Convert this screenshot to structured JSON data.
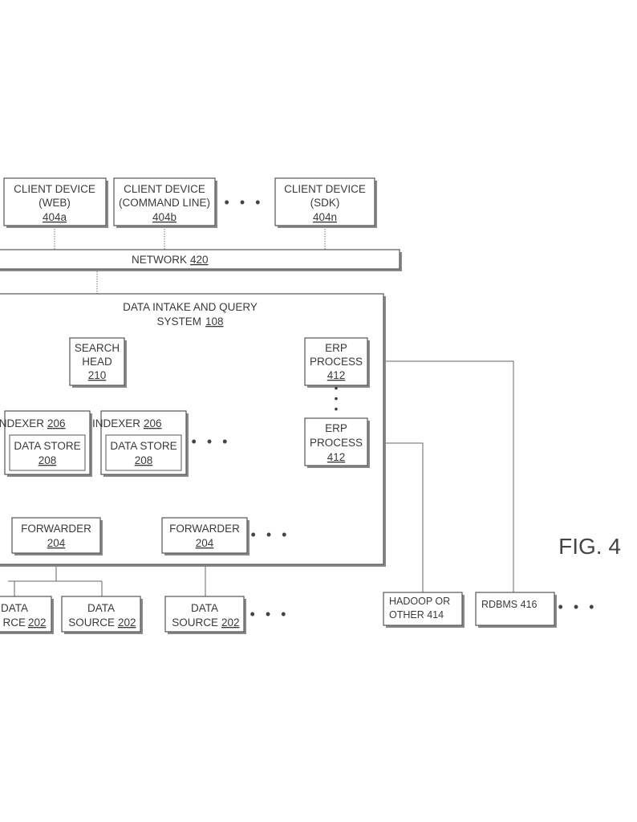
{
  "client_web": {
    "line1": "CLIENT DEVICE",
    "line2": "(WEB)",
    "ref": "404a"
  },
  "client_cmd": {
    "line1": "CLIENT DEVICE",
    "line2": "(COMMAND LINE)",
    "ref": "404b"
  },
  "client_sdk": {
    "line1": "CLIENT DEVICE",
    "line2": "(SDK)",
    "ref": "404n"
  },
  "network": {
    "label": "NETWORK",
    "ref": "420"
  },
  "system": {
    "line1": "DATA INTAKE AND QUERY",
    "line2": "SYSTEM",
    "ref": "108"
  },
  "search_head": {
    "line1": "SEARCH",
    "line2": "HEAD",
    "ref": "210"
  },
  "erp1": {
    "line1": "ERP",
    "line2": "PROCESS",
    "ref": "412"
  },
  "erp2": {
    "line1": "ERP",
    "line2": "PROCESS",
    "ref": "412"
  },
  "indexer1": {
    "label": "INDEXER",
    "ref": "206",
    "store": "DATA STORE",
    "store_ref": "208"
  },
  "indexer2": {
    "label": "INDEXER",
    "ref": "206",
    "store": "DATA STORE",
    "store_ref": "208"
  },
  "forwarder1": {
    "label": "FORWARDER",
    "ref": "204"
  },
  "forwarder2": {
    "label": "FORWARDER",
    "ref": "204"
  },
  "ds1": {
    "line1": "DATA",
    "line2": "RCE",
    "ref": "202"
  },
  "ds2": {
    "line1": "DATA",
    "line2": "SOURCE",
    "ref": "202"
  },
  "ds3": {
    "line1": "DATA",
    "line2": "SOURCE",
    "ref": "202"
  },
  "hadoop": {
    "line1": "HADOOP OR",
    "line2": "OTHER 414"
  },
  "rdbms": {
    "label": "RDBMS 416"
  },
  "figure_label": "FIG. 4",
  "ellipsis": "• • •",
  "ellipsis_vertical": "•"
}
